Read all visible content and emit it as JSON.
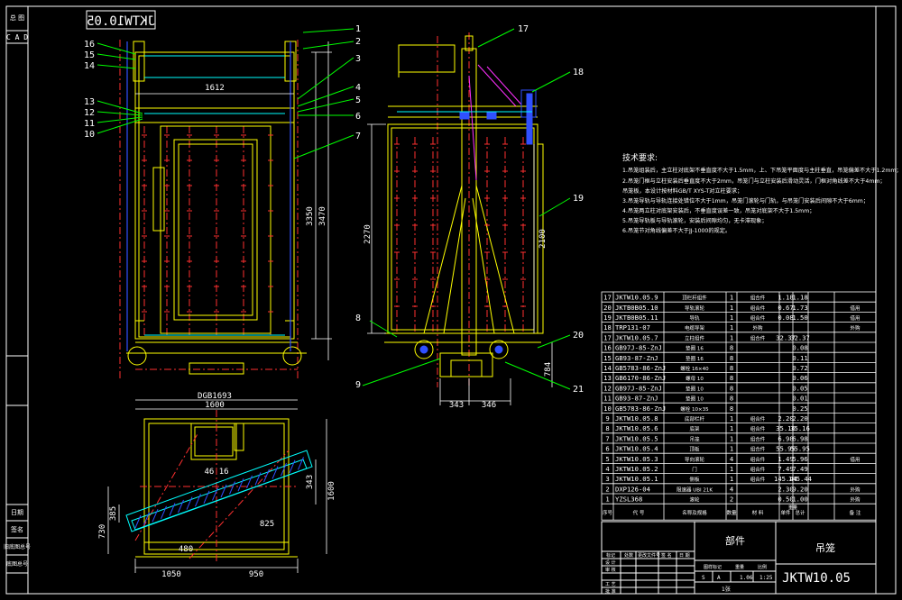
{
  "colors": {
    "background": "#000000",
    "frame": "#ffffff",
    "structure": "#ffff00",
    "dimension": "#ffffff",
    "centerline": "#ff3030",
    "hatch": "#00ffff",
    "blue": "#3050ff",
    "magenta": "#ff30ff",
    "leader": "#00ff00"
  },
  "left_strip": {
    "top_label": "总 图",
    "cad_label": "C A D",
    "lower_labels": [
      "日期",
      "签名",
      "旧底图总号",
      "底图总号"
    ]
  },
  "drawing_number_mirrored": "JKTW10.05",
  "balloons": {
    "left_group": [
      "16",
      "15",
      "14",
      "13",
      "12",
      "11",
      "10"
    ],
    "right_group": [
      "1",
      "2",
      "3",
      "4",
      "5",
      "6",
      "7",
      "8",
      "9"
    ],
    "side_view": [
      "17",
      "18",
      "19",
      "20",
      "21"
    ]
  },
  "dimensions": {
    "front_width": "1612",
    "front_height_inner": "3350",
    "front_height_outer": "3470",
    "side_height_2270": "2270",
    "side_height_2100": "2100",
    "side_bottom_left": "343",
    "side_bottom_right": "346",
    "side_784": "784",
    "plan_overall": "DGB1693",
    "plan_width": "1600",
    "plan_1050": "1050",
    "plan_950": "950",
    "plan_1600": "1600",
    "plan_343": "343",
    "plan_730": "730",
    "plan_385": "385",
    "plan_825": "825",
    "plan_480": "480",
    "plan_46": "46 16"
  },
  "tech_notes": {
    "title": "技术要求:",
    "lines": [
      "1.吊笼组装后，主立柱对底架不垂直度不大于1.5mm，上、下吊笼平面度与主柱垂直，吊笼偏差不大于1.2mm；",
      "2.吊笼门框与立柱安装后垂直度不大于2mm，吊笼门与立柱安装后滑动灵活，门框对角线差不大于4mm；",
      "  吊笼板，本设计按材料GB/T XYS-T对立柱要求；",
      "3.吊笼导轨与导轨连接处错位不大于1mm，吊笼门滚轮与门轨，与吊笼门安装后间隙不大于6mm；",
      "4.吊笼两立柱对底架安装后，不垂直度误差一致，吊笼对底架不大于1.5mm；",
      "5.吊笼导轨板与导轨滚轮，安装后间隙均匀，无卡滞现象；",
      "6.吊笼节对角线偏差不大于JJ-1000的规定。"
    ]
  },
  "bom": {
    "rows": [
      {
        "no": "17",
        "code": "JKTW10.05.9",
        "name": "顶栏杆组件",
        "qty": "1",
        "mat": "组合件",
        "unit": "1.18",
        "total": "1.18",
        "note": ""
      },
      {
        "no": "20",
        "code": "JKTB0B05.10",
        "name": "导轨滚轮",
        "qty": "1",
        "mat": "组合件",
        "unit": "0.67",
        "total": "1.73",
        "note": "借用"
      },
      {
        "no": "19",
        "code": "JKTB0B05.11",
        "name": "导轨",
        "qty": "1",
        "mat": "组合件",
        "unit": "0.08",
        "total": "1.50",
        "note": "借用"
      },
      {
        "no": "18",
        "code": "TRP131-07",
        "name": "电缆导架",
        "qty": "1",
        "mat": "外购",
        "unit": "",
        "total": "",
        "note": "外购"
      },
      {
        "no": "17",
        "code": "JKTW10.05.7",
        "name": "立柱组件",
        "qty": "1",
        "mat": "组合件",
        "unit": "32.37",
        "total": "32.37",
        "note": ""
      },
      {
        "no": "16",
        "code": "GB97J-85-ZnJ",
        "name": "垫圈 16",
        "qty": "8",
        "mat": "",
        "unit": "",
        "total": "0.08",
        "note": ""
      },
      {
        "no": "15",
        "code": "GB93-87-ZnJ",
        "name": "垫圈 16",
        "qty": "8",
        "mat": "",
        "unit": "",
        "total": "0.11",
        "note": ""
      },
      {
        "no": "14",
        "code": "GB5783-86-ZnJ",
        "name": "螺栓 16×40",
        "qty": "8",
        "mat": "",
        "unit": "",
        "total": "0.72",
        "note": ""
      },
      {
        "no": "13",
        "code": "GB6170-86-ZnJ",
        "name": "螺母 10",
        "qty": "8",
        "mat": "",
        "unit": "",
        "total": "0.06",
        "note": ""
      },
      {
        "no": "12",
        "code": "GB97J-85-ZnJ",
        "name": "垫圈 10",
        "qty": "8",
        "mat": "",
        "unit": "",
        "total": "0.05",
        "note": ""
      },
      {
        "no": "11",
        "code": "GB93-87-ZnJ",
        "name": "垫圈 10",
        "qty": "8",
        "mat": "",
        "unit": "",
        "total": "0.01",
        "note": ""
      },
      {
        "no": "10",
        "code": "GB5783-86-ZnJ",
        "name": "螺栓 10×35",
        "qty": "8",
        "mat": "",
        "unit": "",
        "total": "0.25",
        "note": ""
      },
      {
        "no": "9",
        "code": "JKTW10.05.8",
        "name": "底部栏杆",
        "qty": "1",
        "mat": "组合件",
        "unit": "2.20",
        "total": "2.20",
        "note": ""
      },
      {
        "no": "8",
        "code": "JKTW10.05.6",
        "name": "底架",
        "qty": "1",
        "mat": "组合件",
        "unit": "35.16",
        "total": "35.16",
        "note": ""
      },
      {
        "no": "7",
        "code": "JKTW10.05.5",
        "name": "吊笼",
        "qty": "1",
        "mat": "组合件",
        "unit": "6.98",
        "total": "6.98",
        "note": ""
      },
      {
        "no": "6",
        "code": "JKTW10.05.4",
        "name": "顶板",
        "qty": "1",
        "mat": "组合件",
        "unit": "55.95",
        "total": "55.95",
        "note": ""
      },
      {
        "no": "5",
        "code": "JKTW10.05.3",
        "name": "导向滚轮",
        "qty": "4",
        "mat": "组合件",
        "unit": "1.49",
        "total": "5.96",
        "note": "借用"
      },
      {
        "no": "4",
        "code": "JKTW10.05.2",
        "name": "门",
        "qty": "1",
        "mat": "组合件",
        "unit": "7.49",
        "total": "7.49",
        "note": ""
      },
      {
        "no": "3",
        "code": "JKTW10.05.1",
        "name": "侧板",
        "qty": "1",
        "mat": "组合件",
        "unit": "145.44",
        "total": "145.44",
        "note": ""
      },
      {
        "no": "2",
        "code": "DXP126-04",
        "name": "限速器 UBI 21K",
        "qty": "4",
        "mat": "",
        "unit": "2.30",
        "total": "9.20",
        "note": "外购"
      },
      {
        "no": "1",
        "code": "YZSL368",
        "name": "滚轮",
        "qty": "2",
        "mat": "",
        "unit": "0.50",
        "total": "1.00",
        "note": "外购"
      }
    ],
    "header": {
      "no": "序号",
      "code": "代 号",
      "name": "名称及规格",
      "qty": "数量",
      "mat": "材 料",
      "unit": "单件",
      "total": "总计",
      "weight": "重量",
      "note": "备 注"
    }
  },
  "title_block": {
    "part_type": "部件",
    "part_name": "吊笼",
    "drawing_no": "JKTW10.05",
    "scale": "1:25",
    "sheet": "1张",
    "labels": [
      "设 计",
      "审 核",
      "工 艺",
      "批 准",
      "标记",
      "处数",
      "更改文件号",
      "签 名",
      "日 期"
    ],
    "stage_labels": [
      "图样标记",
      "重量",
      "比例"
    ],
    "stage_values": [
      "S",
      "A",
      "1.06"
    ]
  }
}
